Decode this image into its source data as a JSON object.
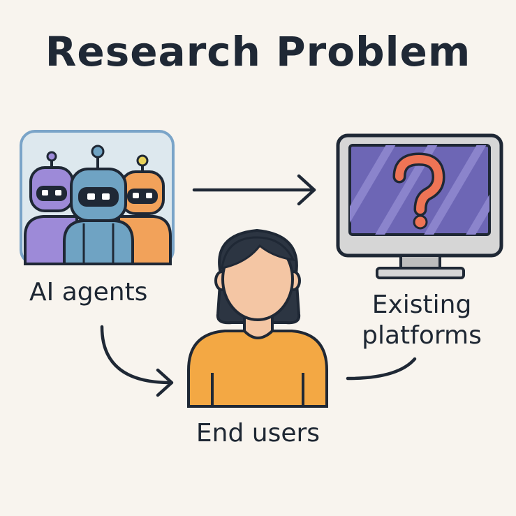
{
  "title": "Research Problem",
  "nodes": {
    "agents": {
      "label": "AI agents",
      "icon": "robots-icon"
    },
    "platforms": {
      "label_line1": "Existing",
      "label_line2": "platforms",
      "icon": "monitor-question-icon"
    },
    "users": {
      "label": "End users",
      "icon": "person-icon"
    }
  },
  "colors": {
    "background": "#f8f4ee",
    "outline": "#1f2835",
    "robot_purple": "#9d8ad8",
    "robot_blue": "#6fa3c3",
    "robot_orange": "#f2a25a",
    "screen": "#6d66b5",
    "question": "#ee7455",
    "shirt": "#f3a844",
    "skin": "#f4c6a4"
  }
}
